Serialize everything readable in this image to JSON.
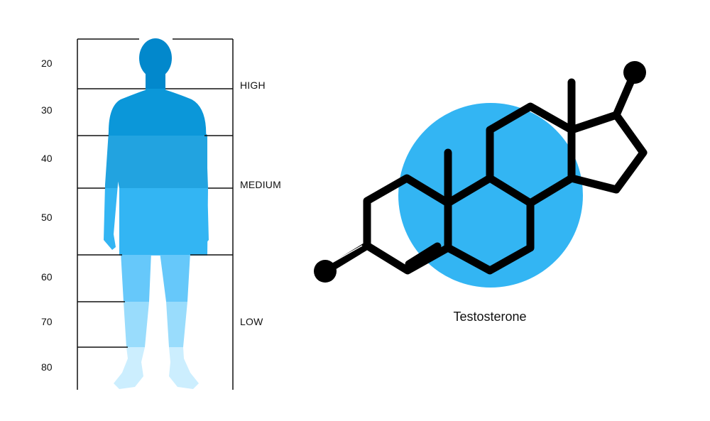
{
  "body_chart": {
    "age_ticks": [
      "20",
      "30",
      "40",
      "50",
      "60",
      "70",
      "80"
    ],
    "levels": [
      "HIGH",
      "MEDIUM",
      "LOW"
    ],
    "band_colors": [
      "#0288cc",
      "#0b97d9",
      "#22a3e0",
      "#33b5f3",
      "#66c8fa",
      "#99dcfc",
      "#cceefe"
    ]
  },
  "molecule": {
    "name": "Testosterone",
    "circle_color": "#33b5f3",
    "bond_color": "#000000"
  }
}
